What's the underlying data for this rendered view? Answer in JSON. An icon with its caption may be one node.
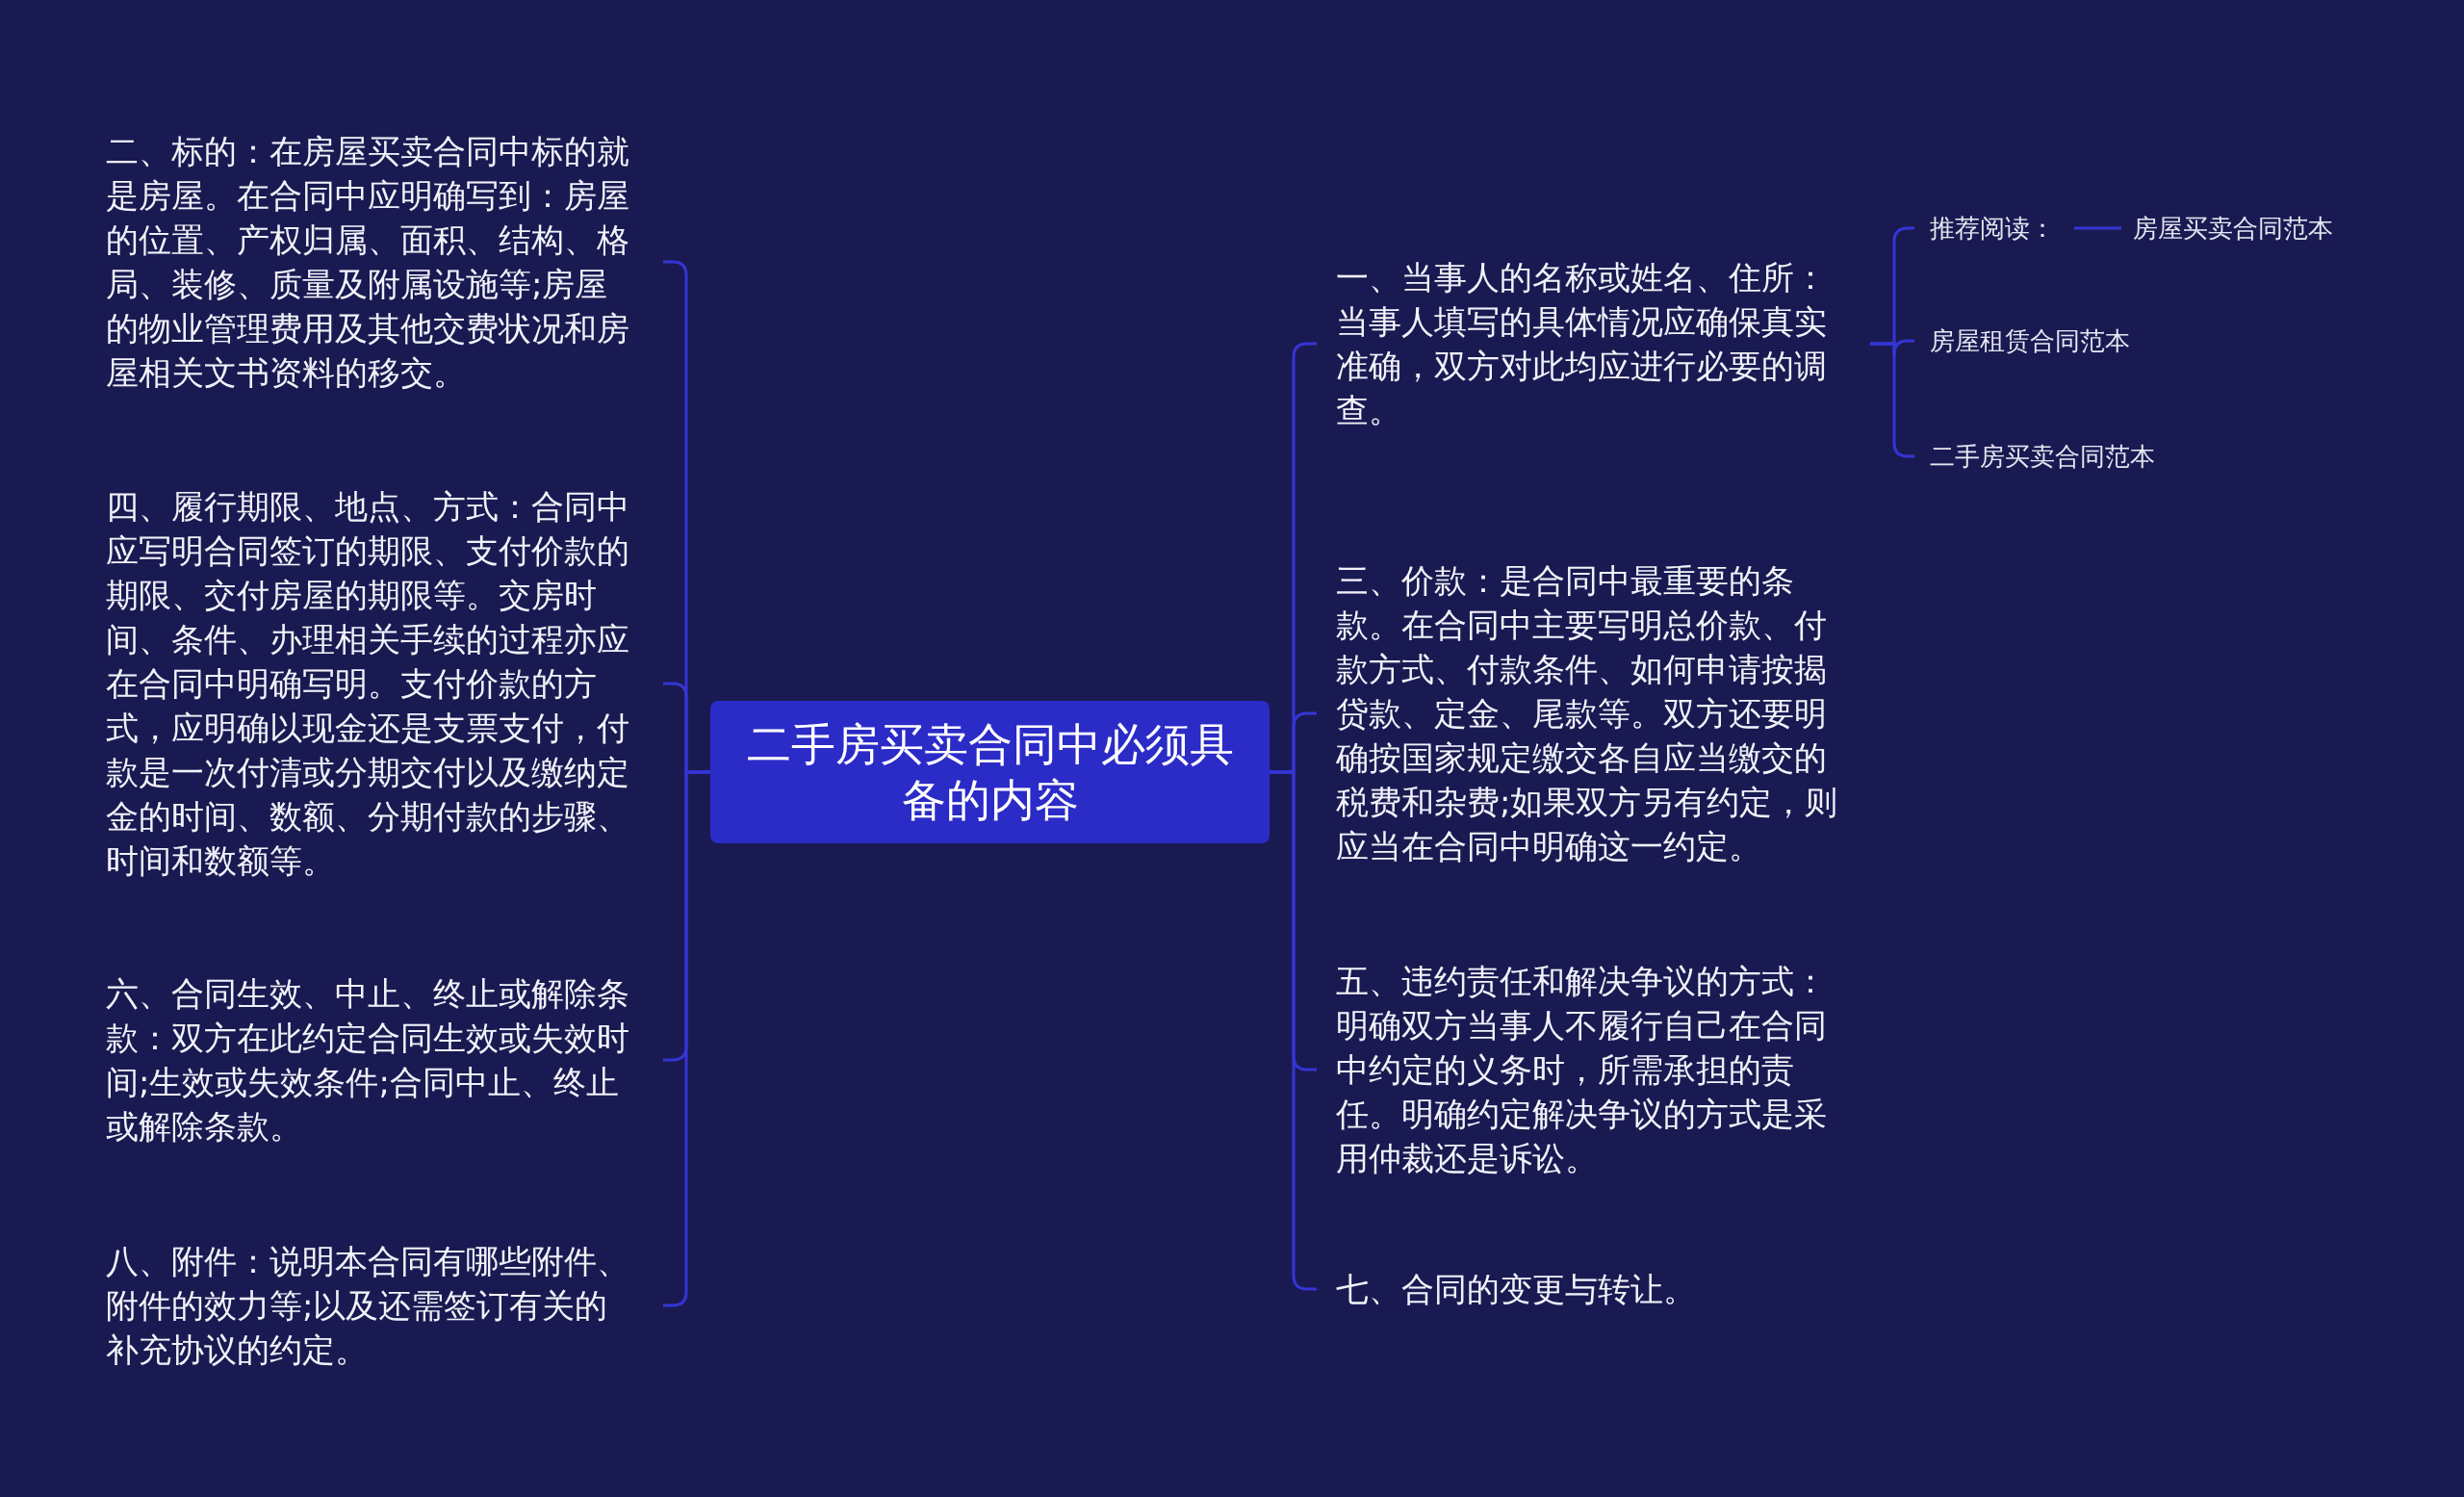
{
  "diagram": {
    "nodes": [
      {
        "text": [
          "二手房买卖合同中必须具备的内容"
        ]
      },
      {
        "text": [
          "二、标的：在房屋买卖合同中标的就是房屋。在合同中应明确写到：房屋的位置、产权归属、面积、结构、格局、装修、质量及附属设施等;房屋的物业管理费用及其他交费状况和房屋相关文书资料的移交。"
        ]
      },
      {
        "text": [
          "四、履行期限、地点、方式：合同中应写明合同签订的期限、支付价款的期限、交付房屋的期限等。交房时间、条件、办理相关手续的过程亦应在合同中明确写明。支付价款的方式，应明确以现金还是支票支付，付款是一次付清或分期交付以及缴纳定金的时间、数额、分期付款的步骤、时间和数额等。"
        ]
      },
      {
        "text": [
          "六、合同生效、中止、终止或解除条款：双方在此约定合同生效或失效时间;生效或失效条件;合同中止、终止或解除条款。"
        ]
      },
      {
        "text": [
          "八、附件：说明本合同有哪些附件、附件的效力等;以及还需签订有关的补充协议的约定。"
        ]
      },
      {
        "text": [
          "一、当事人的名称或姓名、住所：当事人填写的具体情况应确保真实准确，双方对此均应进行必要的调查。"
        ]
      },
      {
        "text": [
          "推荐阅读："
        ]
      },
      {
        "text": [
          "房屋买卖合同范本"
        ]
      },
      {
        "text": [
          "房屋租赁合同范本"
        ]
      },
      {
        "text": [
          "二手房买卖合同范本"
        ]
      },
      {
        "text": [
          "三、价款：是合同中最重要的条款。在合同中主要写明总价款、付款方式、付款条件、如何申请按揭贷款、定金、尾款等。双方还要明确按国家规定缴交各自应当缴交的税费和杂费;如果双方另有约定，则应当在合同中明确这一约定。"
        ]
      },
      {
        "text": [
          "五、违约责任和解决争议的方式：明确双方当事人不履行自己在合同中约定的义务时，所需承担的责任。明确约定解决争议的方式是采用仲裁还是诉讼。"
        ]
      },
      {
        "text": [
          "七、合同的变更与转让。"
        ]
      }
    ],
    "edges": [
      {
        "from": 0,
        "to": 1,
        "arrow": "none"
      },
      {
        "from": 0,
        "to": 2,
        "arrow": "none"
      },
      {
        "from": 0,
        "to": 3,
        "arrow": "none"
      },
      {
        "from": 0,
        "to": 4,
        "arrow": "none"
      },
      {
        "from": 0,
        "to": 5,
        "arrow": "none"
      },
      {
        "from": 0,
        "to": 10,
        "arrow": "none"
      },
      {
        "from": 0,
        "to": 11,
        "arrow": "none"
      },
      {
        "from": 0,
        "to": 12,
        "arrow": "none"
      },
      {
        "from": 5,
        "to": 6,
        "arrow": "none"
      },
      {
        "from": 5,
        "to": 8,
        "arrow": "none"
      },
      {
        "from": 5,
        "to": 9,
        "arrow": "none"
      },
      {
        "from": 6,
        "to": 7,
        "arrow": "none"
      }
    ]
  }
}
